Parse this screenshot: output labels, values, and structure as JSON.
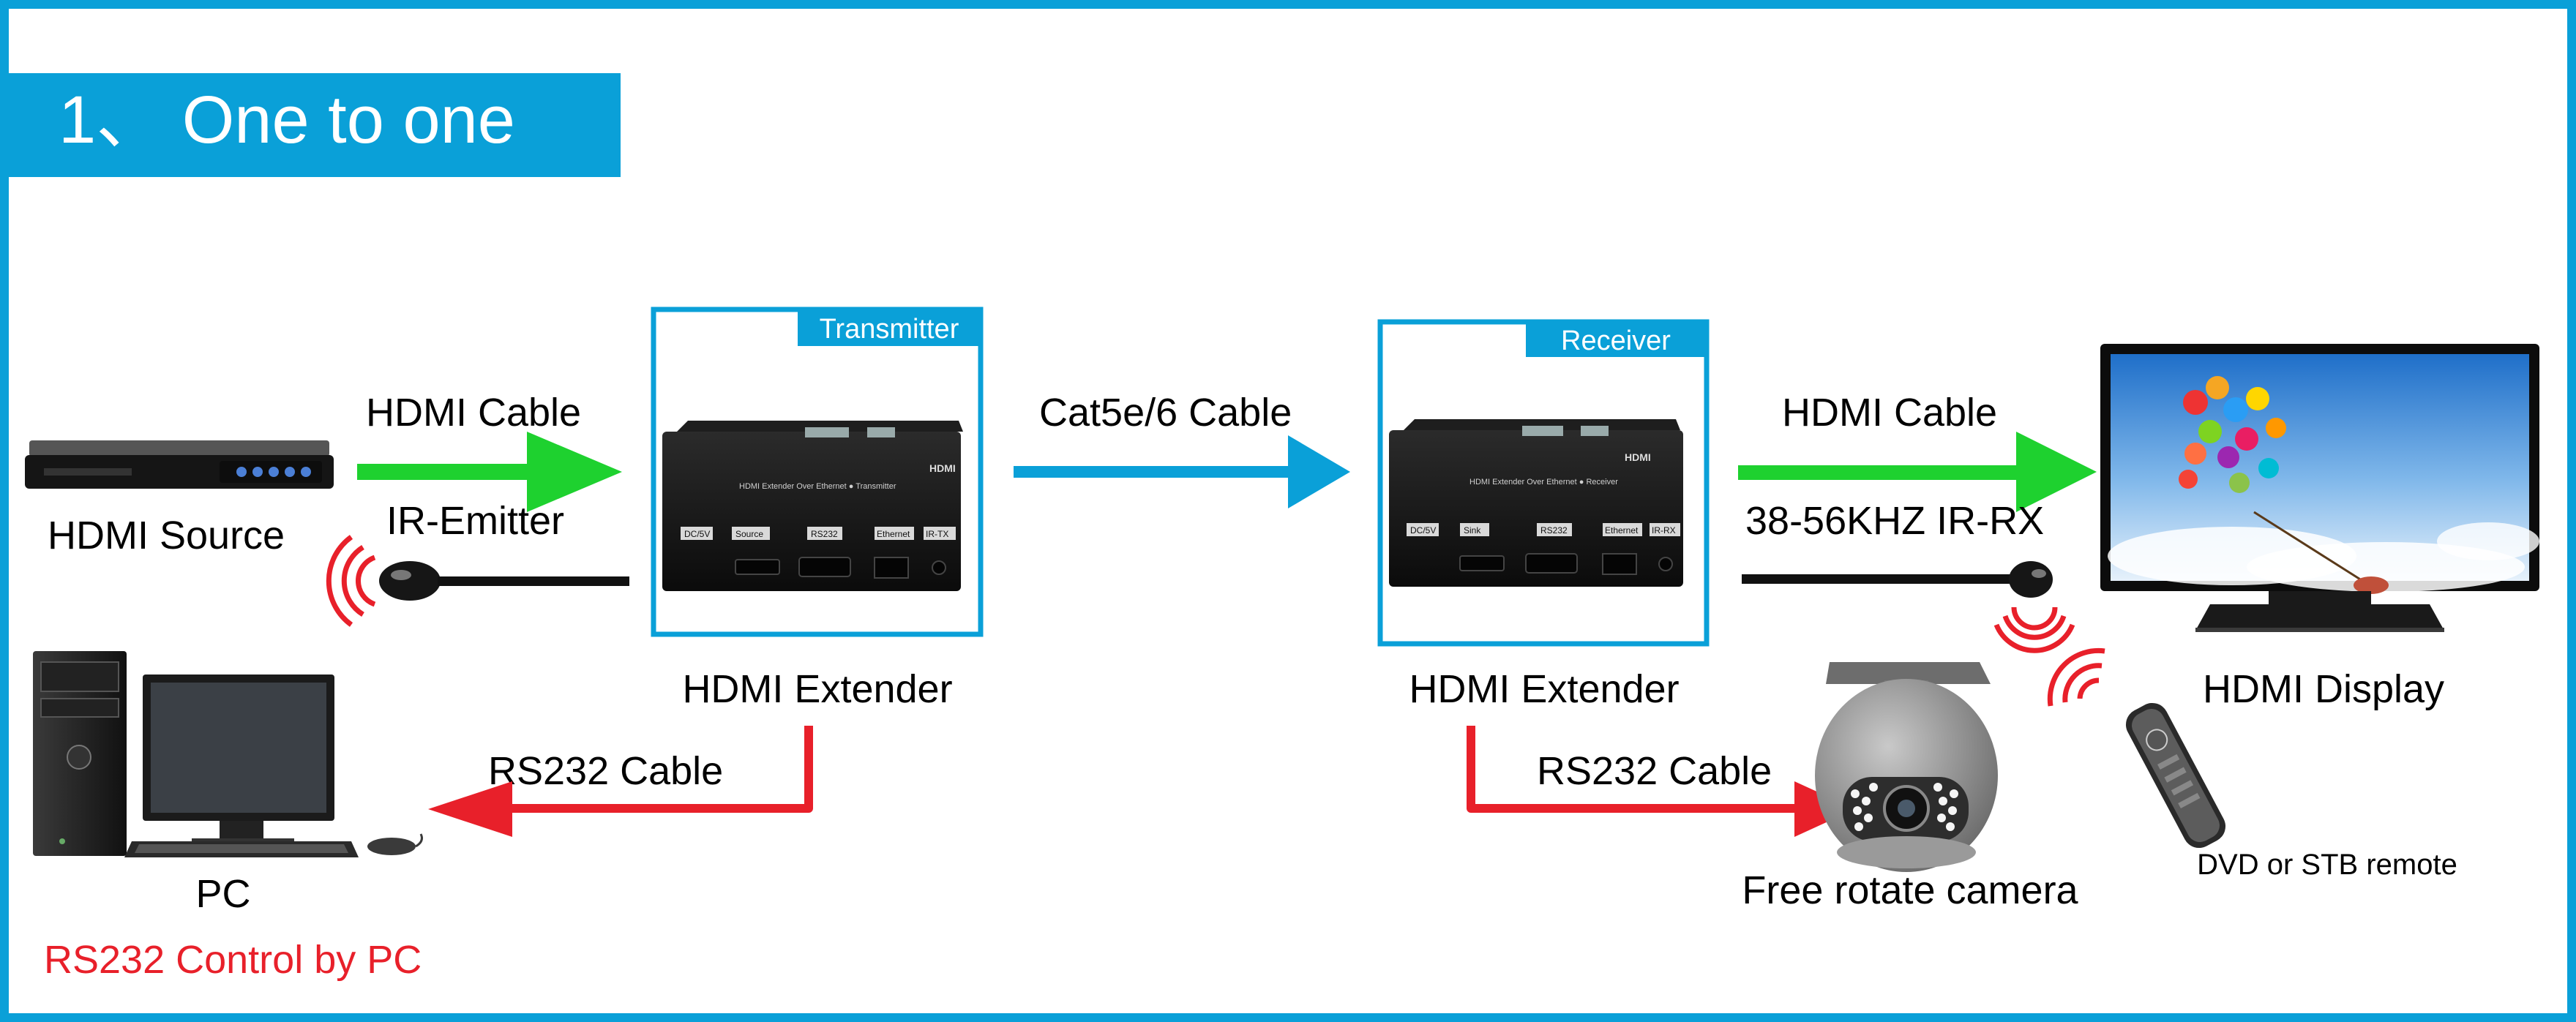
{
  "title": "1、 One to one",
  "colors": {
    "frame": "#0aa0d8",
    "hdmi_arrow": "#1ed12f",
    "cat_arrow": "#0aa0d8",
    "rs232_arrow": "#e8202a",
    "ir_cable": "#111111",
    "red_text": "#e8202a"
  },
  "devices": {
    "source": "HDMI Source",
    "transmitter": {
      "tag": "Transmitter",
      "caption": "HDMI Extender"
    },
    "receiver": {
      "tag": "Receiver",
      "caption": "HDMI Extender"
    },
    "display": "HDMI Display",
    "pc": "PC",
    "pc_note": "RS232 Control by PC",
    "camera": "Free rotate camera",
    "remote": "DVD or STB remote"
  },
  "cables": {
    "hdmi_in": "HDMI Cable",
    "ir_emitter": "IR-Emitter",
    "cat": "Cat5e/6 Cable",
    "hdmi_out": "HDMI Cable",
    "ir_rx": "38-56KHZ IR-RX",
    "rs232_left": "RS232 Cable",
    "rs232_right": "RS232 Cable"
  },
  "extender_panel": {
    "brand": "HDMI",
    "tx_label": "HDMI Extender Over Ethernet  ● Transmitter",
    "rx_label": "HDMI Extender Over Ethernet  ● Receiver",
    "tx_ports": [
      "DC/5V",
      "Source",
      "RS232",
      "Ethernet",
      "IR-TX"
    ],
    "rx_ports": [
      "DC/5V",
      "Sink",
      "RS232",
      "Ethernet",
      "IR-RX"
    ]
  },
  "icons": [
    "dvd-player-icon",
    "ir-emitter-icon",
    "transmitter-box-icon",
    "receiver-box-icon",
    "tv-display-icon",
    "ir-receiver-icon",
    "desktop-pc-icon",
    "ptz-camera-icon",
    "remote-control-icon",
    "ir-wave-icon"
  ]
}
